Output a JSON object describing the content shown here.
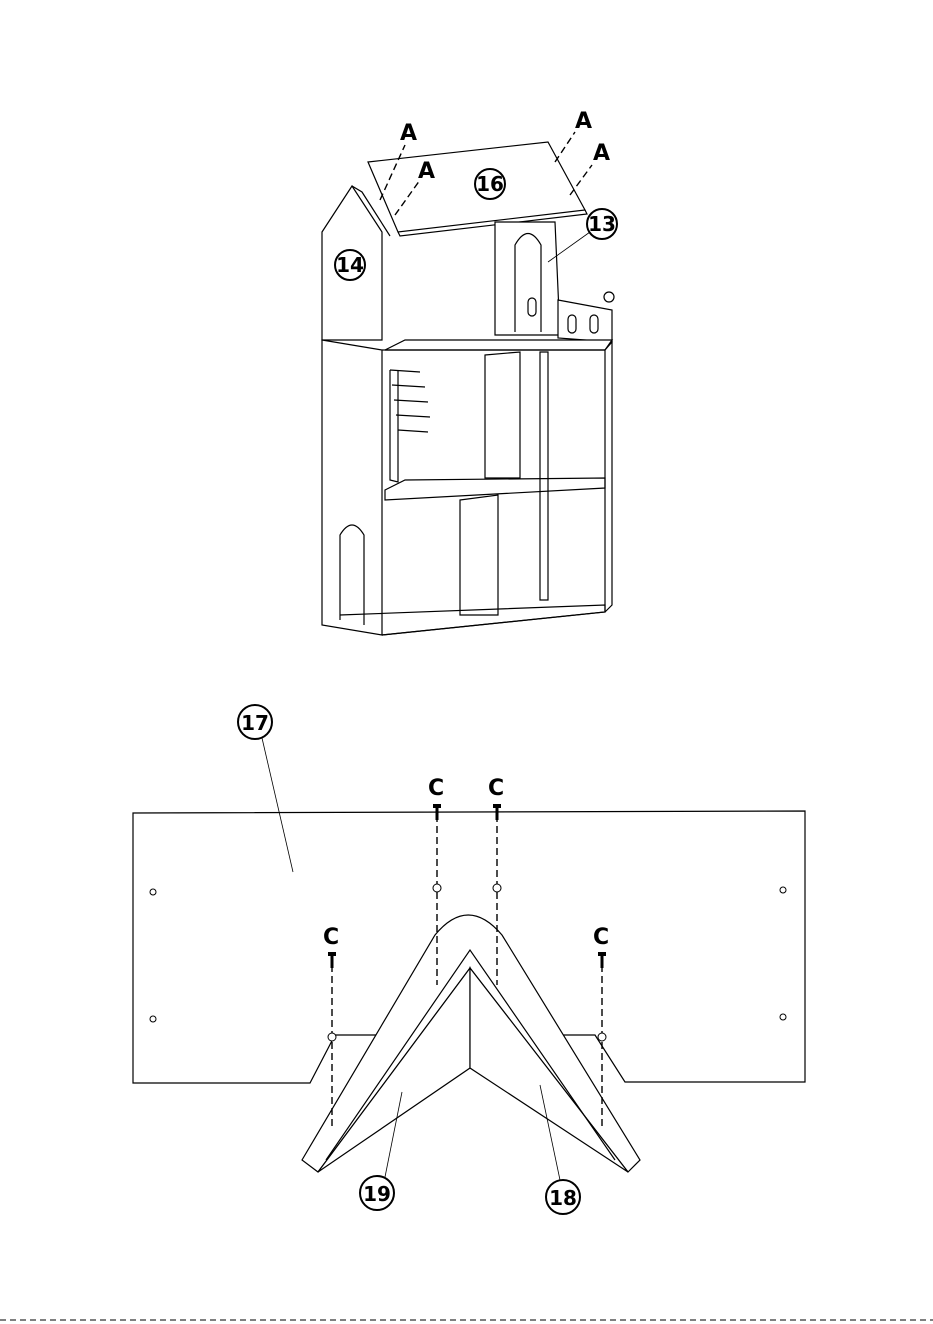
{
  "top_diagram": {
    "part_labels": {
      "roof": "16",
      "side_gable": "14",
      "upper_wall": "13"
    },
    "hardware_labels": [
      "A",
      "A",
      "A",
      "A"
    ]
  },
  "bottom_diagram": {
    "part_labels": {
      "roof_panel": "17",
      "left_leg": "19",
      "right_leg": "18"
    },
    "hardware_labels": [
      "C",
      "C",
      "C",
      "C"
    ]
  }
}
